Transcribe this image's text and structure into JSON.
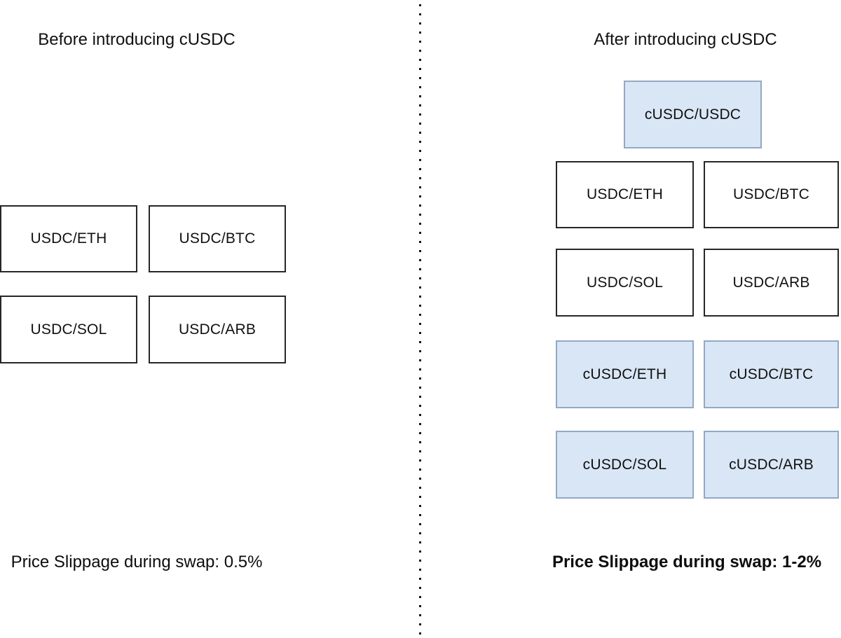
{
  "diagram": {
    "kind": "before-after liquidity pools comparison",
    "colors": {
      "background": "#ffffff",
      "white_box_border": "#272727",
      "blue_box_fill": "#d9e6f5",
      "blue_box_border": "#92a9c3",
      "divider_dot": "#161616",
      "text": "#000000"
    },
    "left": {
      "title": "Before introducing cUSDC",
      "pools": [
        "USDC/ETH",
        "USDC/BTC",
        "USDC/SOL",
        "USDC/ARB"
      ],
      "caption": "Price Slippage during swap: 0.5%"
    },
    "right": {
      "title": "After introducing cUSDC",
      "top_pool": "cUSDC/USDC",
      "pools": [
        "USDC/ETH",
        "USDC/BTC",
        "USDC/SOL",
        "USDC/ARB"
      ],
      "c_pools": [
        "cUSDC/ETH",
        "cUSDC/BTC",
        "cUSDC/SOL",
        "cUSDC/ARB"
      ],
      "caption": "Price Slippage during swap: 1-2%"
    }
  }
}
